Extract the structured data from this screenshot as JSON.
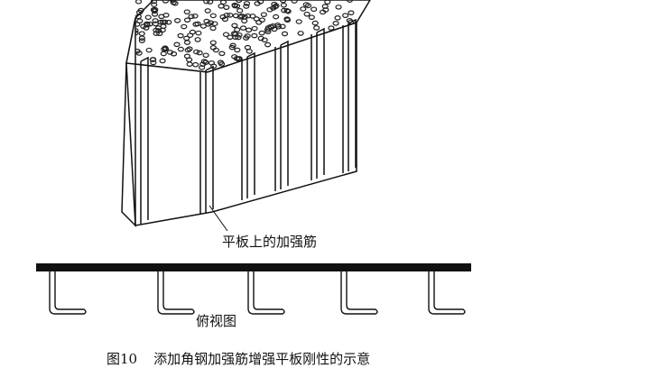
{
  "labels": {
    "rib_label": "平板上的加强筋",
    "top_view_label": "俯视图"
  },
  "caption": {
    "figure_number": "图10",
    "text": "添加角钢加强筋增强平板刚性的示意"
  }
}
